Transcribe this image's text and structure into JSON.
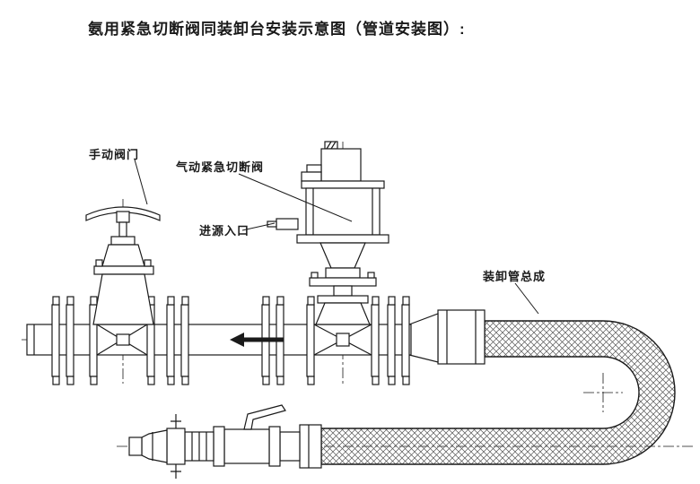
{
  "title": "氨用紧急切断阀同装卸台安装示意图（管道安装图）:",
  "labels": {
    "manual_valve": "手动阀门",
    "pneumatic_valve": "气动紧急切断阀",
    "inlet": "进源入口",
    "hose_assembly": "装卸管总成"
  },
  "colors": {
    "ink": "#1a1a1a",
    "bg": "#ffffff"
  }
}
